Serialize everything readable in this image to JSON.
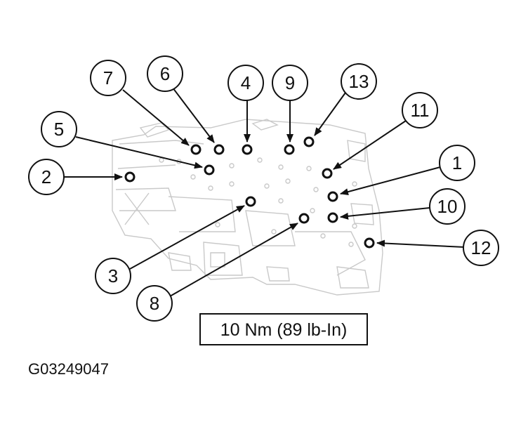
{
  "figure": {
    "torque_spec": "10 Nm (89 lb-In)",
    "figure_code": "G03249047"
  },
  "callouts": [
    {
      "id": "1",
      "label": "1"
    },
    {
      "id": "2",
      "label": "2"
    },
    {
      "id": "3",
      "label": "3"
    },
    {
      "id": "4",
      "label": "4"
    },
    {
      "id": "5",
      "label": "5"
    },
    {
      "id": "6",
      "label": "6"
    },
    {
      "id": "7",
      "label": "7"
    },
    {
      "id": "8",
      "label": "8"
    },
    {
      "id": "9",
      "label": "9"
    },
    {
      "id": "10",
      "label": "10"
    },
    {
      "id": "11",
      "label": "11"
    },
    {
      "id": "12",
      "label": "12"
    },
    {
      "id": "13",
      "label": "13"
    }
  ],
  "colors": {
    "ink": "#111111",
    "faint_line": "#c9c9c9",
    "background": "#ffffff"
  }
}
